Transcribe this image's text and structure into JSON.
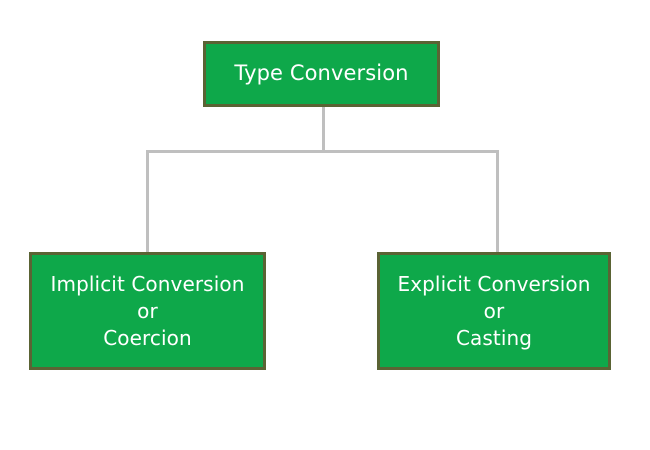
{
  "diagram": {
    "title": "Type Conversion",
    "type": "hierarchy-tree",
    "background_color": "#FFFFFF",
    "node_fill_color": "#0EA84A",
    "node_border_color": "#5A6334",
    "node_text_color": "#FFFFFF",
    "connector_color": "#BFBFBF",
    "nodes": {
      "root": {
        "label": "Type Conversion",
        "lines": [
          "Type Conversion"
        ]
      },
      "implicit": {
        "label": "Implicit Conversion or Coercion",
        "lines": [
          "Implicit Conversion",
          "or",
          "Coercion"
        ]
      },
      "explicit": {
        "label": "Explicit Conversion or Casting",
        "lines": [
          "Explicit Conversion",
          "or",
          "Casting"
        ]
      }
    },
    "connectors": [
      {
        "name": "root-to-branch-stem",
        "from": "root",
        "to": "branch-bar"
      },
      {
        "name": "branch-bar",
        "from": "implicit",
        "to": "explicit"
      },
      {
        "name": "branch-to-implicit",
        "from": "branch-bar",
        "to": "implicit"
      },
      {
        "name": "branch-to-explicit",
        "from": "branch-bar",
        "to": "explicit"
      }
    ]
  }
}
